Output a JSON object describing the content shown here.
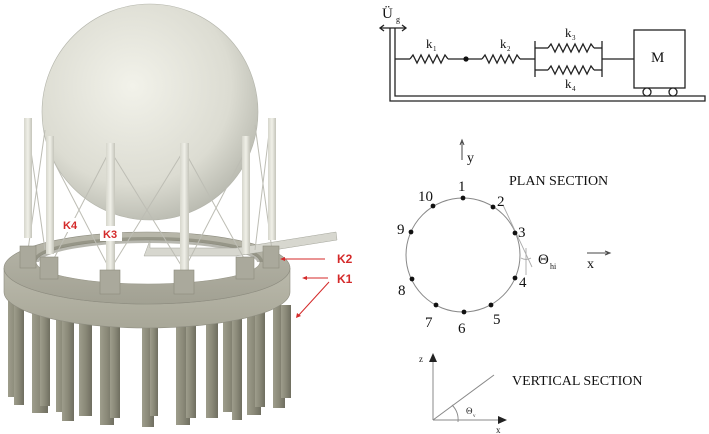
{
  "rendering": {
    "labels": {
      "k4": "K4",
      "k3": "K3",
      "k2": "K2",
      "k1": "K1"
    },
    "colors": {
      "sphere": "#e4e4dc",
      "concrete": "#a9a89a",
      "pile": "#8d8c7c",
      "annotation_red": "#d42a2a"
    }
  },
  "spring_model": {
    "ground_motion_label": "Ü",
    "ground_motion_subscript": "g",
    "springs": [
      {
        "label": "k",
        "sub": "1"
      },
      {
        "label": "k",
        "sub": "2"
      },
      {
        "label": "k",
        "sub": "3"
      },
      {
        "label": "k",
        "sub": "4"
      }
    ],
    "mass_label": "M"
  },
  "plan_section": {
    "title": "PLAN SECTION",
    "y_axis": "y",
    "x_axis": "x",
    "angle_label": "Θ",
    "angle_sub": "hi",
    "points": [
      "1",
      "2",
      "3",
      "4",
      "5",
      "6",
      "7",
      "8",
      "9",
      "10"
    ]
  },
  "vertical_section": {
    "title": "VERTICAL SECTION",
    "z_axis": "z",
    "x_axis": "x",
    "angle_label": "Θ",
    "angle_sub": "v"
  }
}
